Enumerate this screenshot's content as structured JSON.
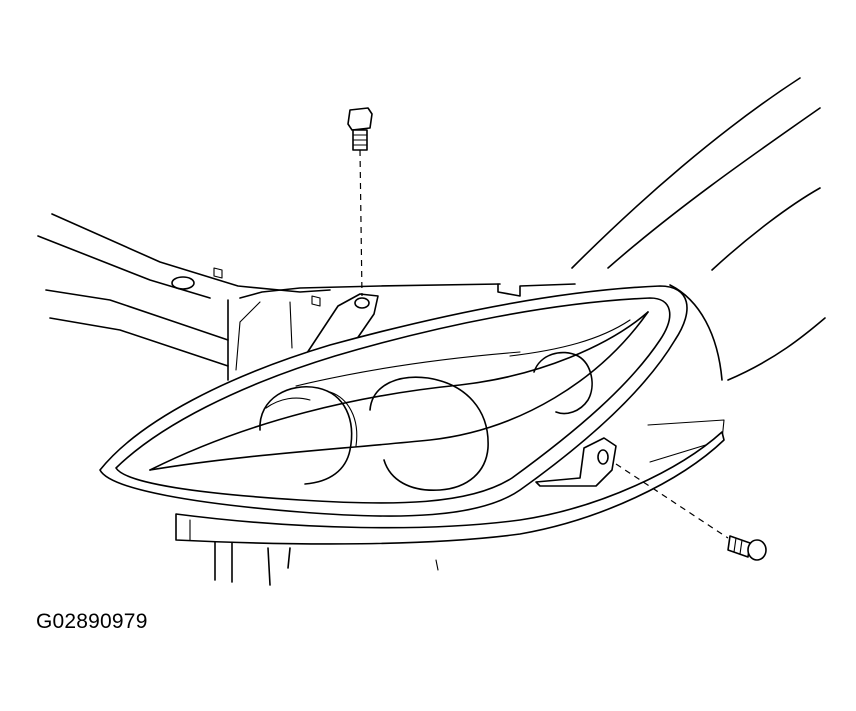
{
  "figure": {
    "id_code": "G02890979",
    "parts": [
      "headlight-assembly",
      "upper-mounting-bolt",
      "lower-mounting-bolt",
      "body-panel",
      "bumper-trim",
      "fender"
    ]
  }
}
